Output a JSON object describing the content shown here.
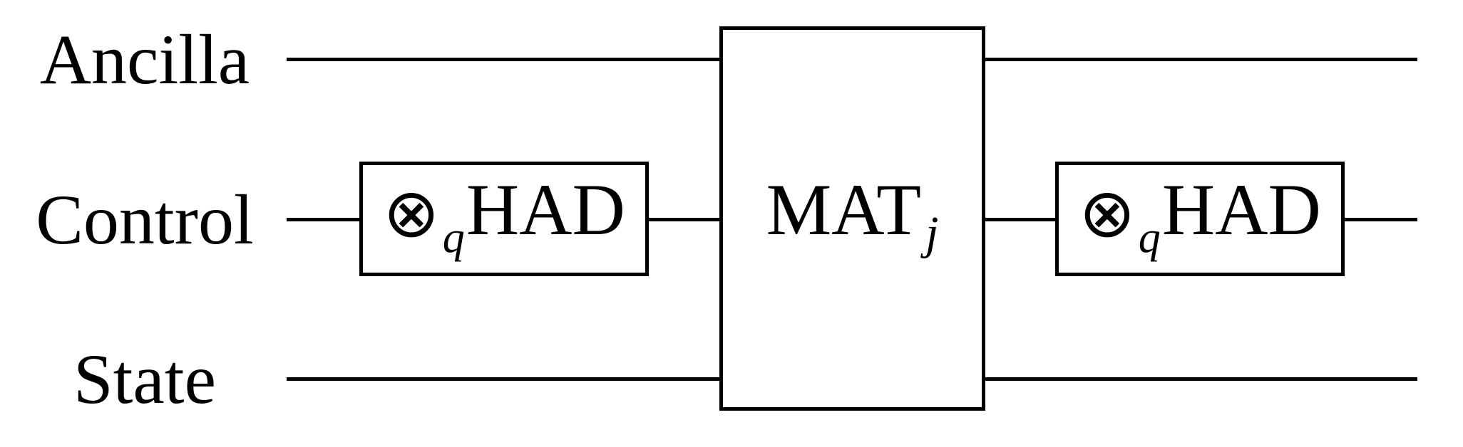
{
  "diagram": {
    "kind": "quantum-circuit",
    "colors": {
      "ink": "#000000",
      "background": "#ffffff"
    },
    "wires": [
      {
        "label": "Ancilla"
      },
      {
        "label": "Control"
      },
      {
        "label": "State"
      }
    ],
    "gates": [
      {
        "name": "HAD",
        "tensor": "⊗",
        "tensor_subscript": "q",
        "wire": "Control"
      },
      {
        "name": "MAT",
        "subscript": "j",
        "wires": "Ancilla, Control, State"
      },
      {
        "name": "HAD",
        "tensor": "⊗",
        "tensor_subscript": "q",
        "wire": "Control"
      }
    ]
  }
}
